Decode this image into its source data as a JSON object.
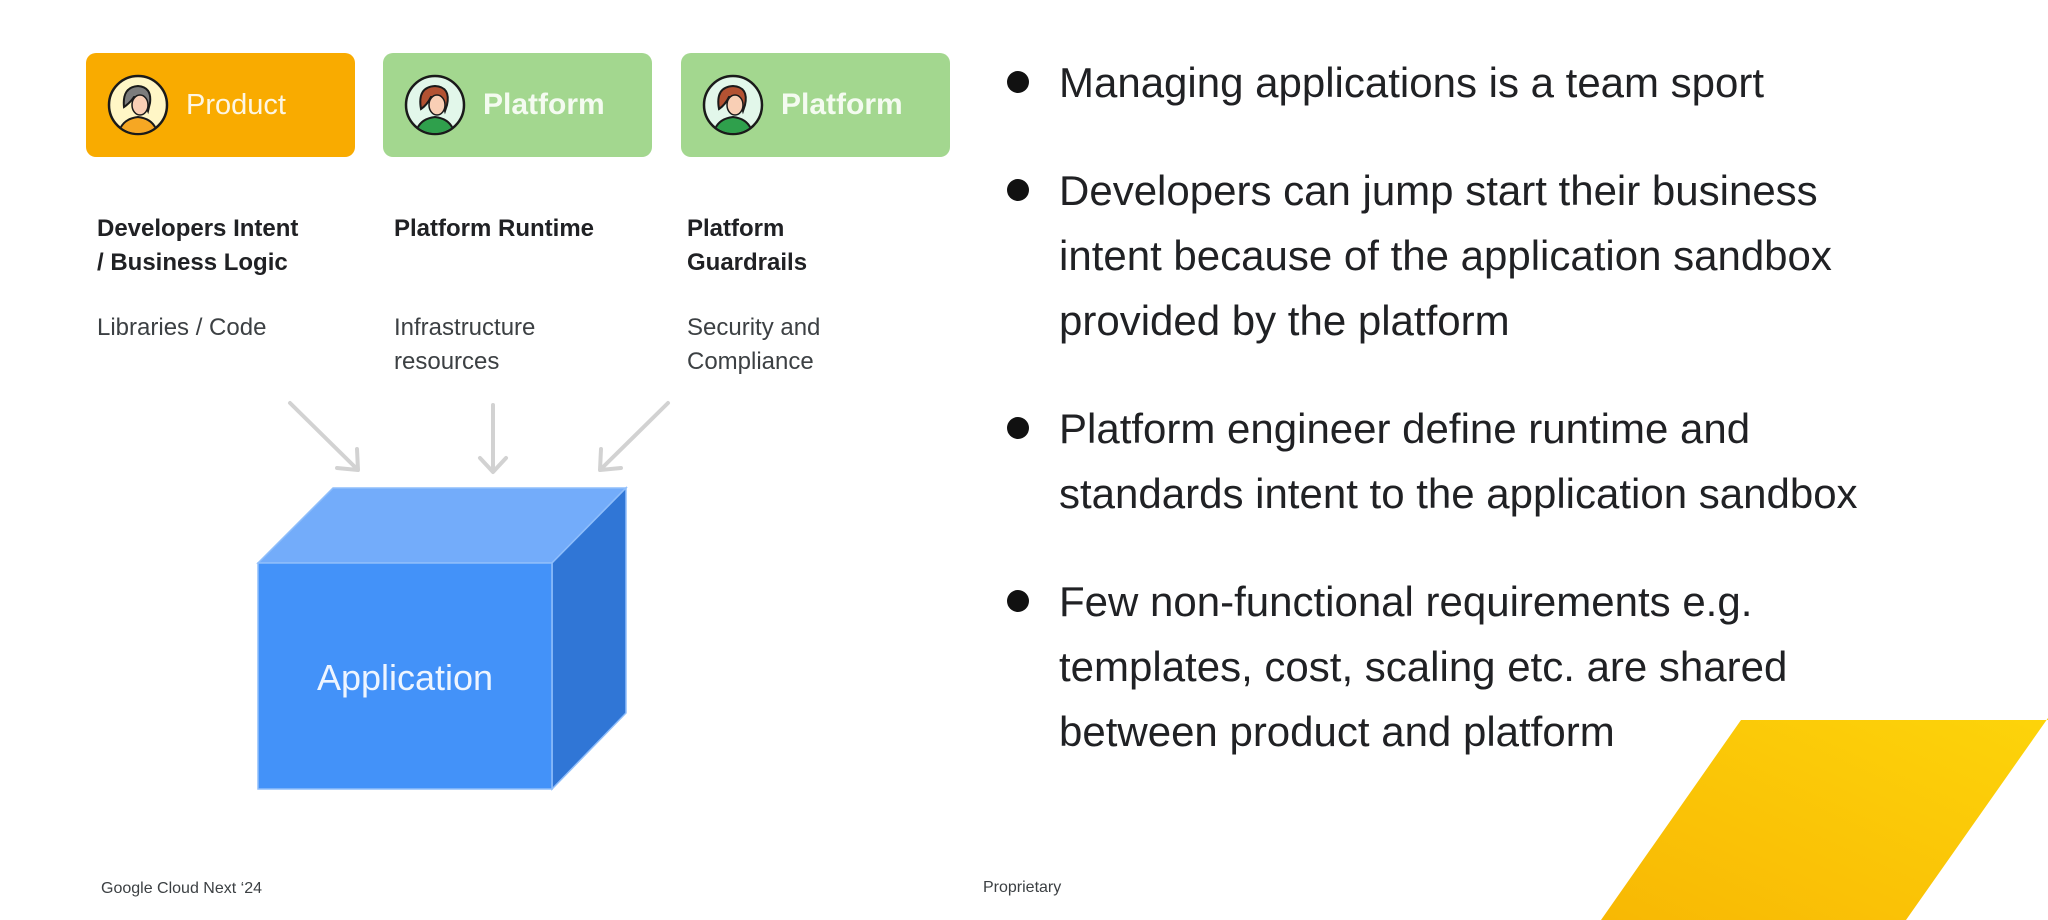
{
  "roles": [
    {
      "label": "Product",
      "icon": "person-avatar-icon",
      "color": "#F9AB00"
    },
    {
      "label": "Platform",
      "icon": "person-avatar-icon",
      "color": "#A3D78F"
    },
    {
      "label": "Platform",
      "icon": "person-avatar-icon",
      "color": "#A3D78F"
    }
  ],
  "columns": [
    {
      "title_lines": [
        "Developers Intent",
        "/ Business Logic"
      ],
      "desc_lines": [
        "Libraries / Code"
      ]
    },
    {
      "title_lines": [
        "Platform Runtime"
      ],
      "desc_lines": [
        "Infrastructure",
        "resources"
      ]
    },
    {
      "title_lines": [
        "Platform",
        "Guardrails"
      ],
      "desc_lines": [
        "Security and",
        "Compliance"
      ]
    }
  ],
  "cube": {
    "label": "Application",
    "colors": {
      "front": "#4392F9",
      "top": "#73ACFA",
      "side": "#3076D6"
    }
  },
  "arrows": {
    "color": "#D2D2D2",
    "count": 3
  },
  "bullets": [
    {
      "lines": [
        "Managing applications is a team sport"
      ]
    },
    {
      "lines": [
        "Developers can jump start their business",
        "intent because of the application sandbox",
        "provided by the platform"
      ]
    },
    {
      "lines": [
        "Platform engineer define runtime and",
        "standards intent to the application sandbox"
      ]
    },
    {
      "lines": [
        "Few non-functional requirements e.g.",
        "templates, cost, scaling etc. are shared",
        "between product and platform"
      ]
    }
  ],
  "footer": {
    "event": "Google Cloud Next ‘24",
    "classification": "Proprietary"
  },
  "accent_color": "#FBC305"
}
